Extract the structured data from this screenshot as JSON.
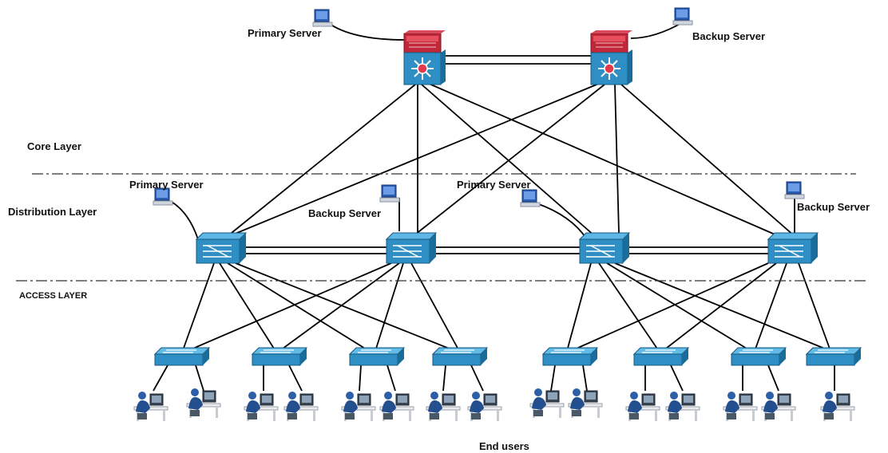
{
  "diagram": {
    "layers": {
      "core": "Core Layer",
      "distribution": "Distribution Layer",
      "access": "ACCESS LAYER"
    },
    "servers": {
      "core_primary": "Primary Server",
      "core_backup": "Backup Server",
      "dist_primary_1": "Primary Server",
      "dist_backup_1": "Backup Server",
      "dist_primary_2": "Primary Server",
      "dist_backup_2": "Backup Server"
    },
    "footer": "End users"
  },
  "colors": {
    "switch_blue": "#2f8fc4",
    "switch_dark": "#1a6c9a",
    "router_red": "#c0283a",
    "link": "#000000",
    "divider": "#333333"
  }
}
